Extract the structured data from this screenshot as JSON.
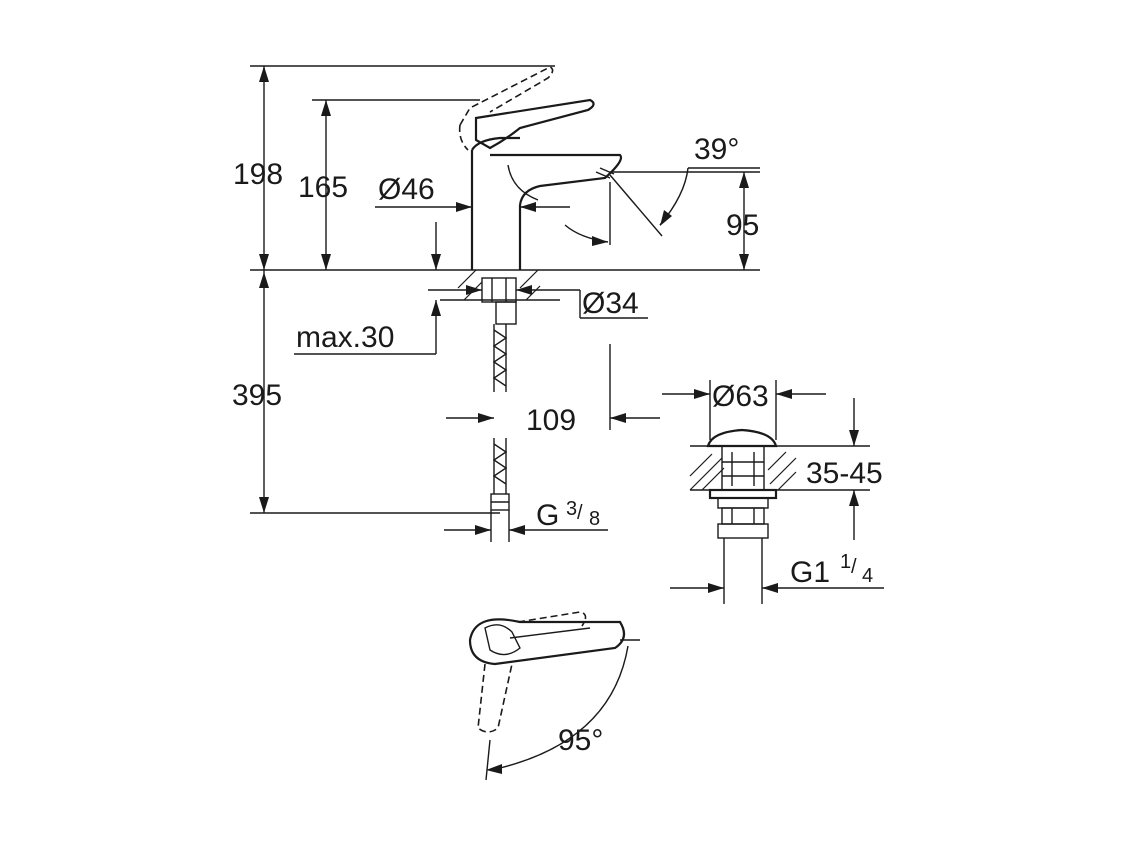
{
  "drawing": {
    "dimensions": {
      "height_total": "198",
      "height_handle": "165",
      "body_diameter": "Ø46",
      "spout_angle": "39°",
      "spout_height": "95",
      "base_diameter": "Ø34",
      "max_thickness": "max.30",
      "hose_length": "395",
      "reach": "109",
      "hose_thread_main": "G",
      "hose_thread_frac_num": "3",
      "hose_thread_frac_den": "8",
      "waste_diameter": "Ø63",
      "waste_range": "35-45",
      "waste_thread_main": "G1",
      "waste_thread_frac_num": "1",
      "waste_thread_frac_den": "4",
      "lever_rotation": "95°"
    }
  }
}
